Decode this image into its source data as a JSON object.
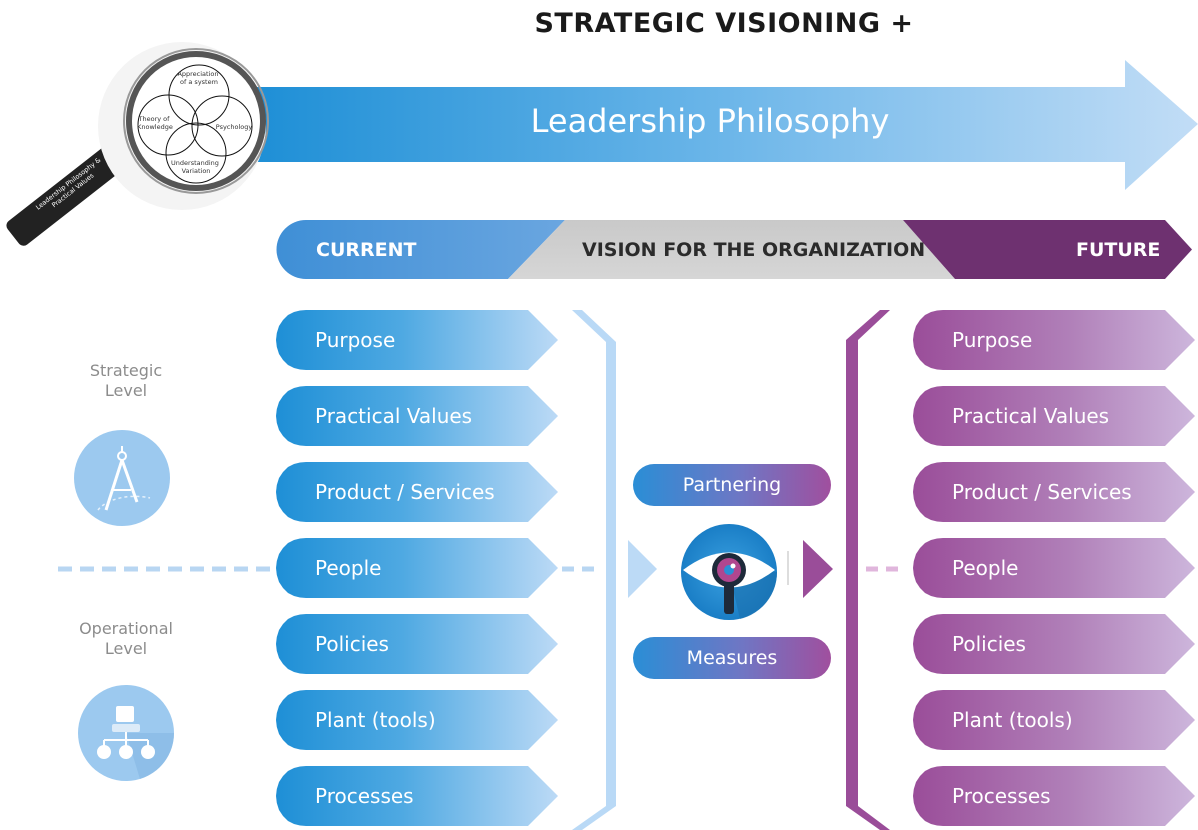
{
  "title": "STRATEGIC VISIONING +",
  "arrow_label": "Leadership Philosophy",
  "magnifier": {
    "handle_label": "Leadership Philosophy & Practical Values",
    "circles": [
      "Appreciation of a system",
      "Theory of Knowledge",
      "Psychology",
      "Understanding Variation"
    ]
  },
  "headers": {
    "current": "CURRENT",
    "vision": "VISION FOR THE ORGANIZATION",
    "future": "FUTURE"
  },
  "levels": {
    "strategic": "Strategic Level",
    "operational": "Operational Level"
  },
  "current_items": [
    "Purpose",
    "Practical Values",
    "Product / Services",
    "People",
    "Policies",
    "Plant (tools)",
    "Processes"
  ],
  "future_items": [
    "Purpose",
    "Practical Values",
    "Product / Services",
    "People",
    "Policies",
    "Plant (tools)",
    "Processes"
  ],
  "center": {
    "top_label": "Partnering",
    "bottom_label": "Measures",
    "icon": "eye-magnifier-icon"
  },
  "colors": {
    "blue_primary": "#1e8fd6",
    "blue_light": "#bcdaf6",
    "purple_dark": "#6e3170",
    "purple_primary": "#9a4d99",
    "gray_band": "#c8c8c8"
  }
}
